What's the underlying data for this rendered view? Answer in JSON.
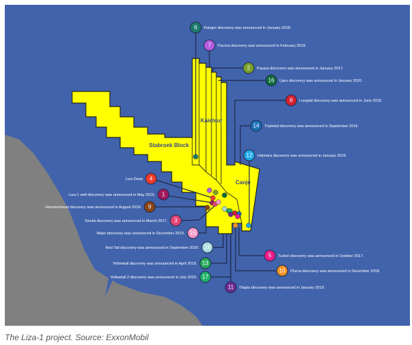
{
  "blocks": {
    "stabroek": "Stabroek Block",
    "kaieteur": "Kaieteur",
    "canje": "Canje"
  },
  "discoveries": [
    {
      "n": "6",
      "text": "Ranger discovery was announced in January 2018.",
      "color": "#1d7a6e"
    },
    {
      "n": "7",
      "text": "Pacora discovery was announced in February 2018.",
      "color": "#b65be0"
    },
    {
      "n": "2",
      "text": "Payara discovery was announced in January 2017.",
      "color": "#7aa02a"
    },
    {
      "n": "16",
      "text": "Uaru discovery was announced in January 2020.",
      "color": "#0e6b3a"
    },
    {
      "n": "8",
      "text": "Longtail discovery was announced in June 2018.",
      "color": "#d4202f"
    },
    {
      "n": "14",
      "text": "Tripletail discovery was announced in September 2019.",
      "color": "#1b6fb8"
    },
    {
      "n": "12",
      "text": "Haimara discovery was announced in January 2019.",
      "color": "#1ea8e6"
    },
    {
      "n": "4",
      "text": "Liza Deep",
      "color": "#ee3b2c"
    },
    {
      "n": "1",
      "text": "Liza-1 well discovery was announced in May 2015.",
      "color": "#a0185c"
    },
    {
      "n": "9",
      "text": "Hammerhead discovery was announced in August 2018.",
      "color": "#8a4418"
    },
    {
      "n": "3",
      "text": "Snoek discovery was announced in March 2017.",
      "color": "#e24476"
    },
    {
      "n": "15",
      "text": "Mako discovery was announced in December 2019.",
      "color": "#f59ac8"
    },
    {
      "n": "18",
      "text": "Red Tail discovery was announced in September 2020.",
      "color": "#a9dbe0"
    },
    {
      "n": "13",
      "text": "Yellowtail discovery was announced in April 2019.",
      "color": "#25a95a"
    },
    {
      "n": "17",
      "text": "Yellowtail 2 discovery was announced in July 2020.",
      "color": "#1fb06a"
    },
    {
      "n": "11",
      "text": "Tilapia discovery was announced in January 2019.",
      "color": "#6a2a92"
    },
    {
      "n": "5",
      "text": "Turbot discovery was announced in October 2017.",
      "color": "#ee1c8c"
    },
    {
      "n": "10",
      "text": "Pluma discovery was announced in December 2018.",
      "color": "#f39322"
    }
  ],
  "caption": "The Liza-1 project. Source: ExxonMobil"
}
